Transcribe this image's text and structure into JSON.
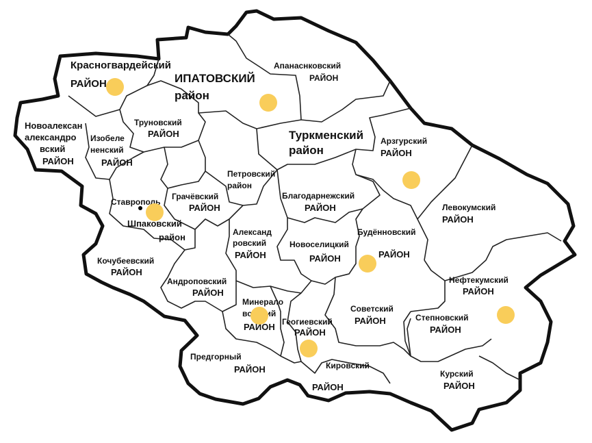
{
  "colors": {
    "marker": "#f9cd5a",
    "border": "#111111",
    "background": "#ffffff"
  },
  "districts": [
    {
      "id": "krasnogvardeysky",
      "lines": [
        "Красногвардейский",
        "РАЙОН"
      ]
    },
    {
      "id": "ipatovsky",
      "lines": [
        "ИПАТОВСКИЙ",
        "район"
      ]
    },
    {
      "id": "apanasenkovsky",
      "lines": [
        "Апанаснковский",
        "РАЙОН"
      ]
    },
    {
      "id": "novoaleksandrovsky",
      "lines": [
        "Новоалексан",
        "александро",
        "вский",
        "РАЙОН"
      ]
    },
    {
      "id": "izobilnensky",
      "lines": [
        "Изобеле",
        "ненский",
        "РАЙОН"
      ]
    },
    {
      "id": "trunovsky",
      "lines": [
        "Труновский",
        "РАЙОН"
      ]
    },
    {
      "id": "turkmensky",
      "lines": [
        "Туркменский",
        "район"
      ]
    },
    {
      "id": "arzgirsky",
      "lines": [
        "Арзгурский",
        "РАЙОН"
      ]
    },
    {
      "id": "petrovsky",
      "lines": [
        "Петровский",
        "район"
      ]
    },
    {
      "id": "grachevsky",
      "lines": [
        "Грачёвский",
        "РАЙОН"
      ]
    },
    {
      "id": "shpakovsky",
      "lines": [
        "Шпаковский",
        "район"
      ]
    },
    {
      "id": "blagodarnensky",
      "lines": [
        "Благодарнежский",
        "РАЙОН"
      ]
    },
    {
      "id": "levokumsky",
      "lines": [
        "Левокумский",
        "РАЙОН"
      ]
    },
    {
      "id": "budennovsky",
      "lines": [
        "Будённовский",
        "РАЙОН"
      ]
    },
    {
      "id": "aleksandrovsky",
      "lines": [
        "Александ",
        "ровский",
        "РАЙОН"
      ]
    },
    {
      "id": "novoselitsky",
      "lines": [
        "Новоселицкий",
        "РАЙОН"
      ]
    },
    {
      "id": "kochubeevsky",
      "lines": [
        "Кочубеевский",
        "РАЙОН"
      ]
    },
    {
      "id": "andropovsky",
      "lines": [
        "Андроповский",
        "РАЙОН"
      ]
    },
    {
      "id": "mineralovodsky",
      "lines": [
        "Минерало",
        "водский",
        "РАЙОН"
      ]
    },
    {
      "id": "georgievsky",
      "lines": [
        "Геогиевский",
        "РАЙОН"
      ]
    },
    {
      "id": "sovetsky",
      "lines": [
        "Советский",
        "РАЙОН"
      ]
    },
    {
      "id": "neftekumsky",
      "lines": [
        "Нефтекумский",
        "РАЙОН"
      ]
    },
    {
      "id": "stepnovsky",
      "lines": [
        "Степновский",
        "РАЙОН"
      ]
    },
    {
      "id": "predgorny",
      "lines": [
        "Предгорный",
        "РАЙОН"
      ]
    },
    {
      "id": "kirovsky",
      "lines": [
        "Кировский",
        "РАЙОН"
      ]
    },
    {
      "id": "kursky",
      "lines": [
        "Курский",
        "РАЙОН"
      ]
    }
  ],
  "city": {
    "name": "Ставрополь"
  }
}
